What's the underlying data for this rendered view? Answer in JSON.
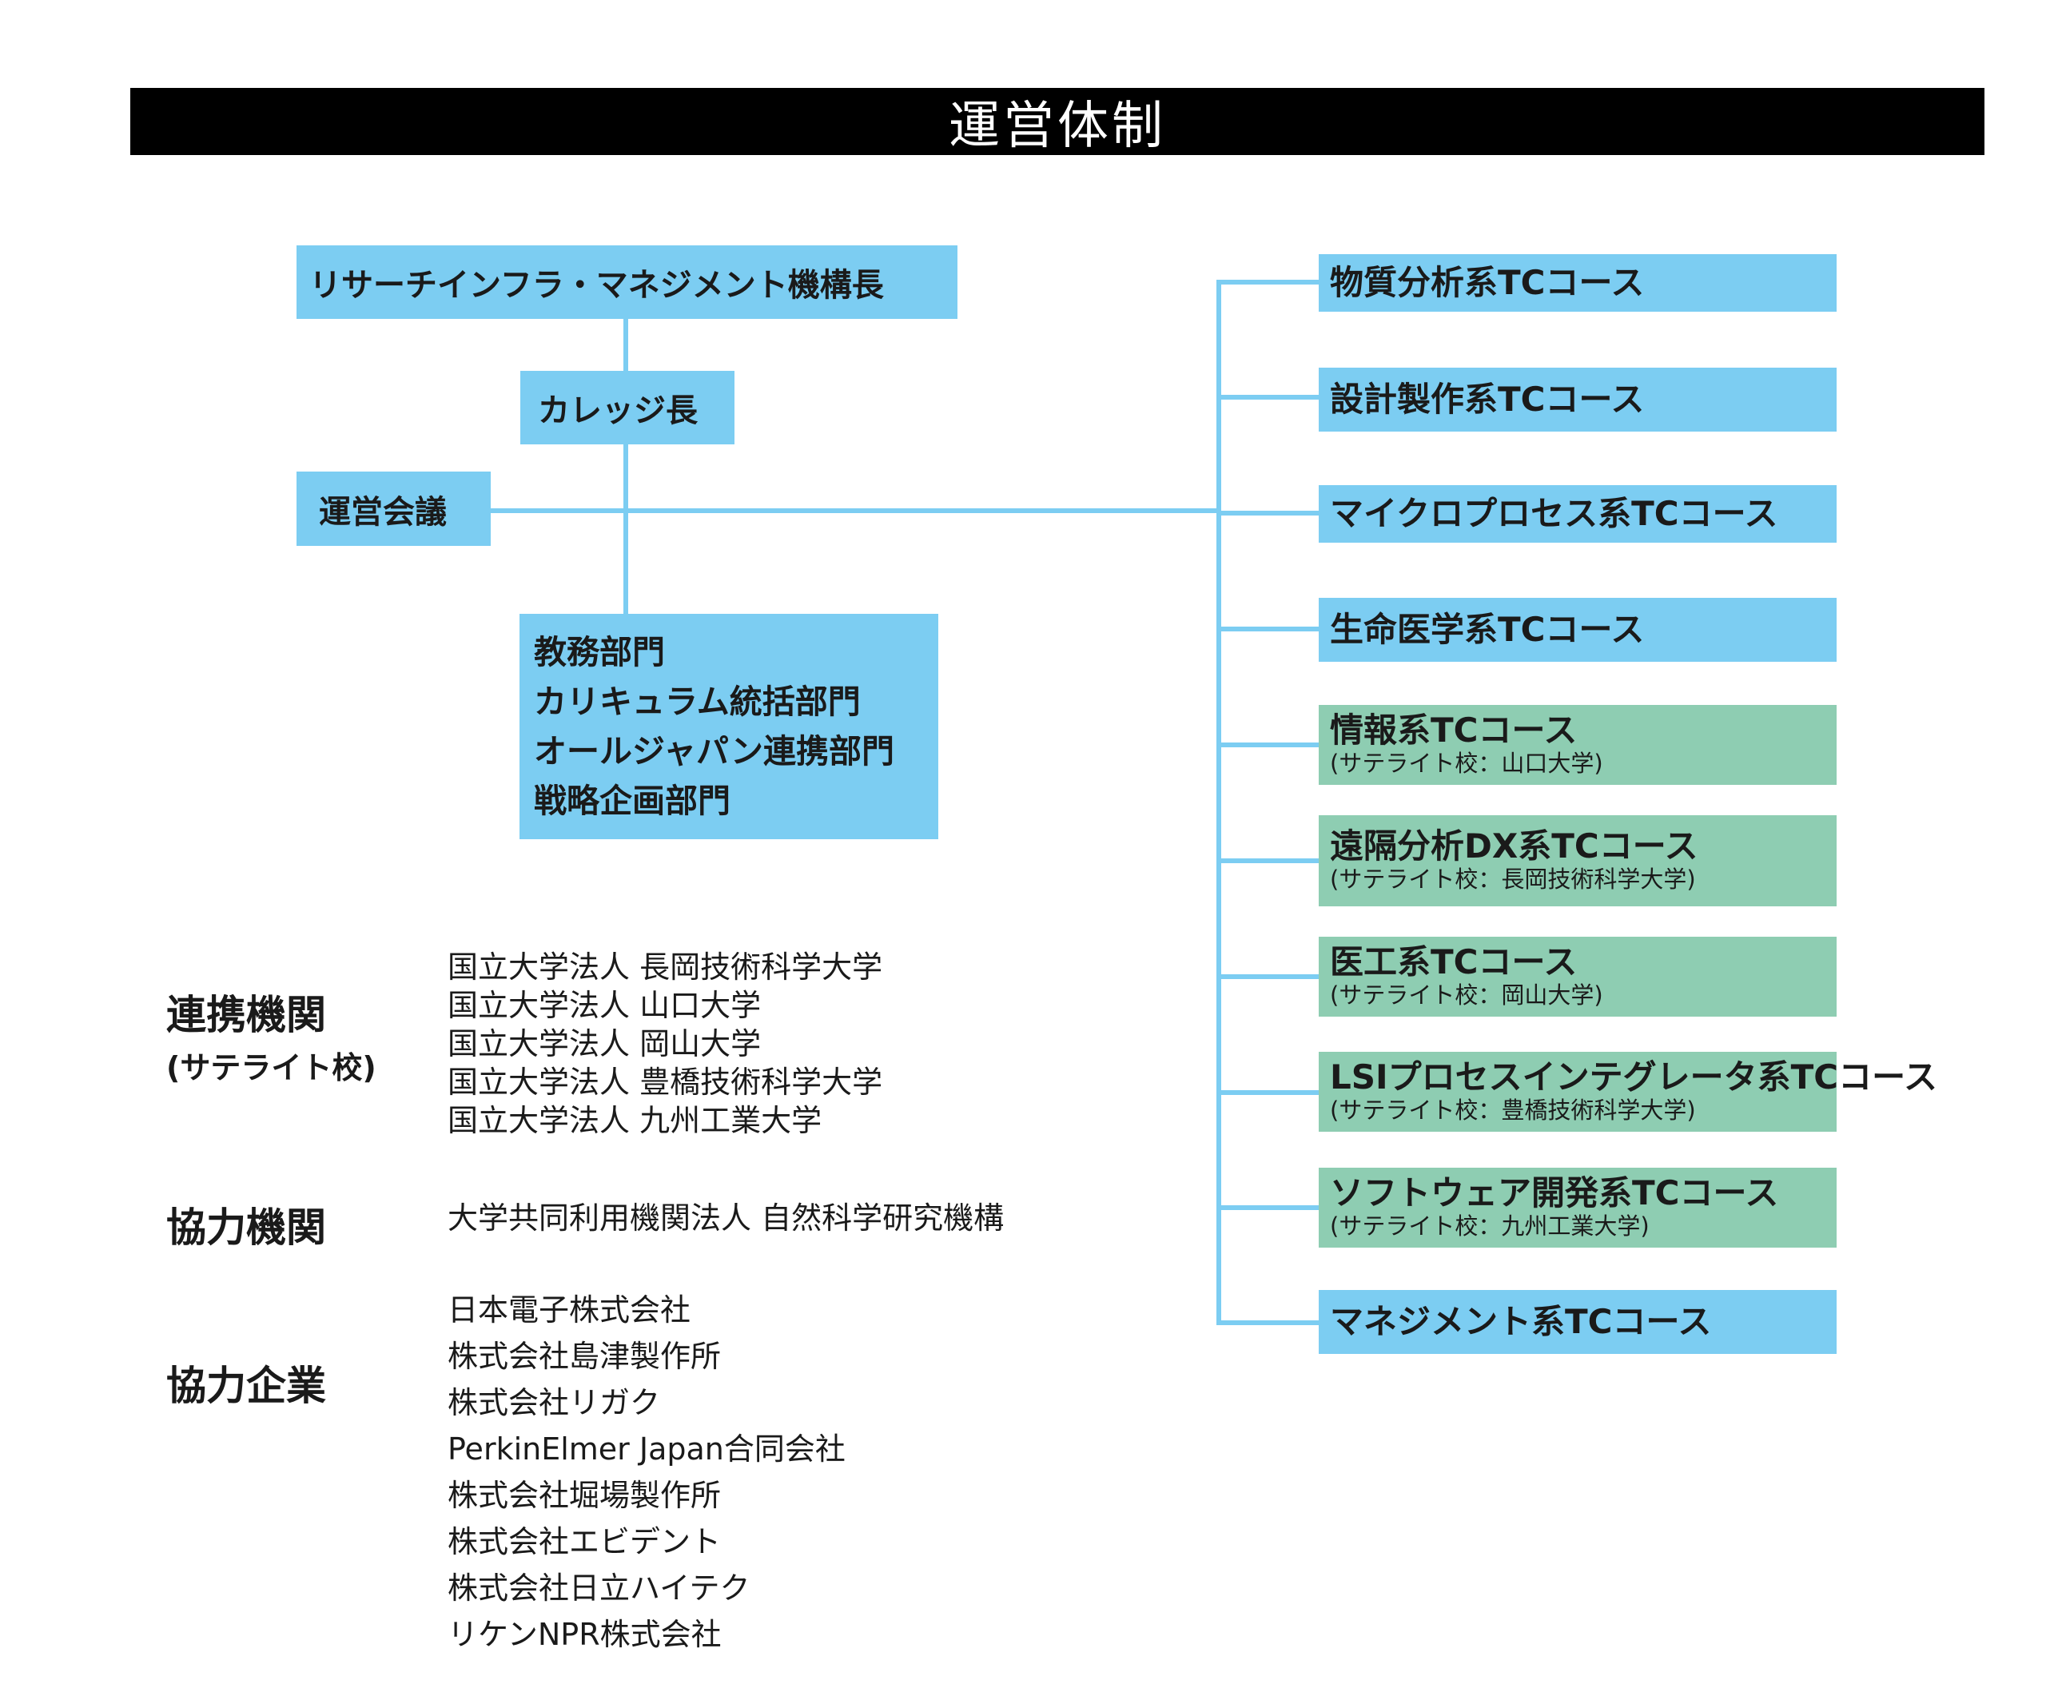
{
  "title": "運営体制",
  "org": {
    "head": "リサーチインフラ・マネジメント機構長",
    "college": "カレッジ長",
    "council": "運営会議",
    "departments": [
      "教務部門",
      "カリキュラム統括部門",
      "オールジャパン連携部門",
      "戦略企画部門"
    ]
  },
  "courses": [
    {
      "name": "物質分析系TCコース",
      "sub": "",
      "color": "#7ccdf2"
    },
    {
      "name": "設計製作系TCコース",
      "sub": "",
      "color": "#7ccdf2"
    },
    {
      "name": "マイクロプロセス系TCコース",
      "sub": "",
      "color": "#7ccdf2"
    },
    {
      "name": "生命医学系TCコース",
      "sub": "",
      "color": "#7ccdf2"
    },
    {
      "name": "情報系TCコース",
      "sub": "(サテライト校：山口大学)",
      "color": "#8ecdb2"
    },
    {
      "name": "遠隔分析DX系TCコース",
      "sub": "(サテライト校：長岡技術科学大学)",
      "color": "#8ecdb2"
    },
    {
      "name": "医工系TCコース",
      "sub": "(サテライト校：岡山大学)",
      "color": "#8ecdb2"
    },
    {
      "name": "LSIプロセスインテグレータ系TCコース",
      "sub": "(サテライト校：豊橋技術科学大学)",
      "color": "#8ecdb2"
    },
    {
      "name": "ソフトウェア開発系TCコース",
      "sub": "(サテライト校：九州工業大学)",
      "color": "#8ecdb2"
    },
    {
      "name": "マネジメント系TCコース",
      "sub": "",
      "color": "#7ccdf2"
    }
  ],
  "partners": {
    "label": "連携機関",
    "sublabel": "(サテライト校)",
    "items": [
      "国立大学法人 長岡技術科学大学",
      "国立大学法人 山口大学",
      "国立大学法人 岡山大学",
      "国立大学法人 豊橋技術科学大学",
      "国立大学法人 九州工業大学"
    ]
  },
  "cooperating_institutions": {
    "label": "協力機関",
    "items": [
      "大学共同利用機関法人 自然科学研究機構"
    ]
  },
  "cooperating_companies": {
    "label": "協力企業",
    "items": [
      "日本電子株式会社",
      "株式会社島津製作所",
      "株式会社リガク",
      "PerkinElmer Japan合同会社",
      "株式会社堀場製作所",
      "株式会社エビデント",
      "株式会社日立ハイテク",
      "リケンNPR株式会社"
    ]
  }
}
